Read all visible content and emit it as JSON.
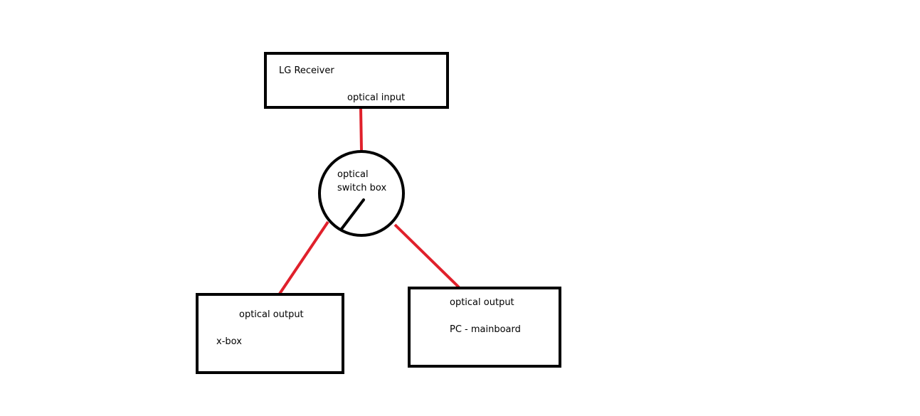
{
  "colors": {
    "background": "#ffffff",
    "outline": "#000000",
    "cable": "#e0202b"
  },
  "receiver": {
    "name": "LG Receiver",
    "port": "optical input"
  },
  "switch_box": {
    "line1": "optical",
    "line2": "switch box"
  },
  "xbox": {
    "port": "optical output",
    "name": "x-box"
  },
  "pc": {
    "port": "optical output",
    "name": "PC - mainboard"
  }
}
